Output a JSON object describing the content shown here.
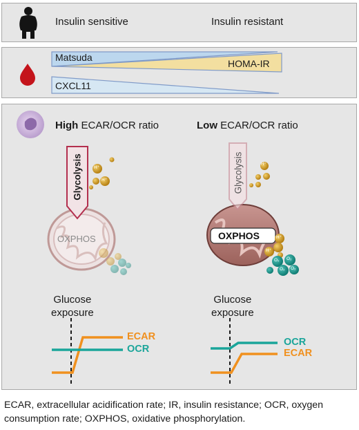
{
  "header": {
    "left_label": "Insulin sensitive",
    "right_label": "Insulin resistant",
    "person_icon": "person-silhouette-icon"
  },
  "markers": {
    "blood_icon": "blood-drop-icon",
    "matsuda": "Matsuda",
    "homa_ir": "HOMA-IR",
    "cxcl11": "CXCL11",
    "colors": {
      "matsuda": "#bcd7ee",
      "homa_ir": "#f3dfa0",
      "cxcl11": "#d6e7f3",
      "stroke": "#7f9ac8"
    }
  },
  "cells": {
    "cell_icon": "monocyte-cell-icon",
    "left": {
      "heading_bold": "High",
      "heading_rest": " ECAR/OCR ratio",
      "glycolysis": "Glycolysis",
      "oxphos": "OXPHOS",
      "proton": "H⁺",
      "exposure_line1": "Glucose",
      "exposure_line2": "exposure",
      "ecar": "ECAR",
      "ocr": "OCR"
    },
    "right": {
      "heading_bold": "Low",
      "heading_rest": " ECAR/OCR ratio",
      "glycolysis": "Glycolysis",
      "oxphos": "OXPHOS",
      "proton": "H⁺",
      "oxygen": "O₂",
      "exposure_line1": "Glucose",
      "exposure_line2": "exposure",
      "ecar": "ECAR",
      "ocr": "OCR"
    },
    "colors": {
      "ecar": "#f0901e",
      "ocr": "#1aa59a",
      "proton": "#c7931e",
      "oxygen": "#178f86"
    }
  },
  "caption": "ECAR, extracellular acidification rate; IR, insulin resistance; OCR, oxygen consumption rate; OXPHOS, oxidative phosphorylation."
}
